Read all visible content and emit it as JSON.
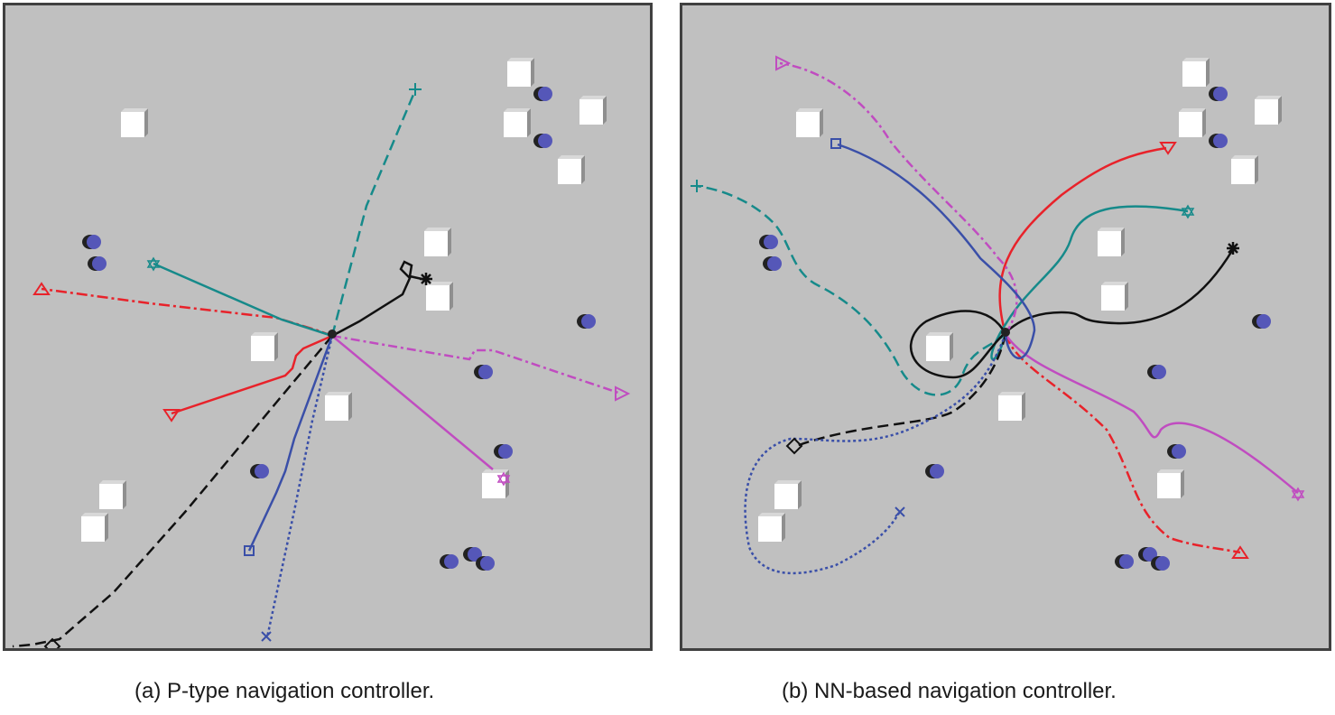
{
  "figure": {
    "panels": [
      {
        "id": "a",
        "caption": "(a) P-type navigation controller."
      },
      {
        "id": "b",
        "caption": "(b) NN-based navigation controller."
      }
    ]
  },
  "legend_markers": [
    "triangle-up",
    "triangle-down",
    "triangle-right",
    "square",
    "diamond",
    "cross",
    "plus",
    "star",
    "asterisk",
    "circle"
  ],
  "colors": {
    "background": "#c0c0c0",
    "border": "#404040",
    "red": "#e8222a",
    "teal": "#168a8a",
    "black": "#111111",
    "magenta": "#c04cc0",
    "blue": "#3a4fa8",
    "obstacle_box": "#ffffff",
    "agent_cylinder": "#5557b8"
  }
}
